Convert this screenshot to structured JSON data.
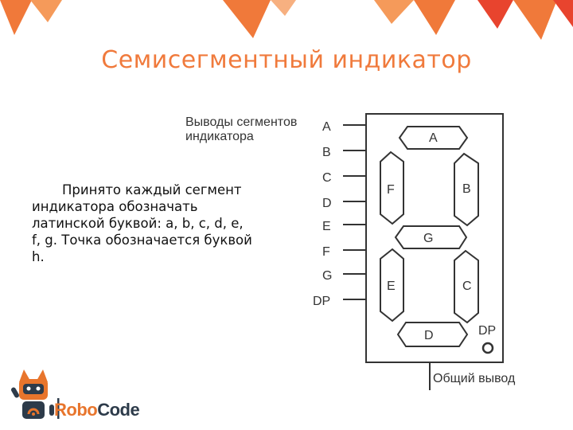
{
  "slide": {
    "title": "Семисегментный индикатор",
    "description": "Принято каждый сегмент индикатора обозначать латинской буквой: a, b, c, d, e, f, g. Точка обозначается буквой h."
  },
  "diagram": {
    "caption_line1": "Выводы сегментов",
    "caption_line2": "индикатора",
    "pins": [
      "A",
      "B",
      "C",
      "D",
      "E",
      "F",
      "G",
      "DP"
    ],
    "segments": {
      "a": "A",
      "b": "B",
      "c": "C",
      "d": "D",
      "e": "E",
      "f": "F",
      "g": "G"
    },
    "dp_label": "DP",
    "common_label": "Общий вывод"
  },
  "logo": {
    "part1": "Robo",
    "part2": "Code"
  },
  "colors": {
    "accent": "#f07a3c",
    "deco_orange": "#f0793a",
    "deco_red": "#e8442e"
  }
}
